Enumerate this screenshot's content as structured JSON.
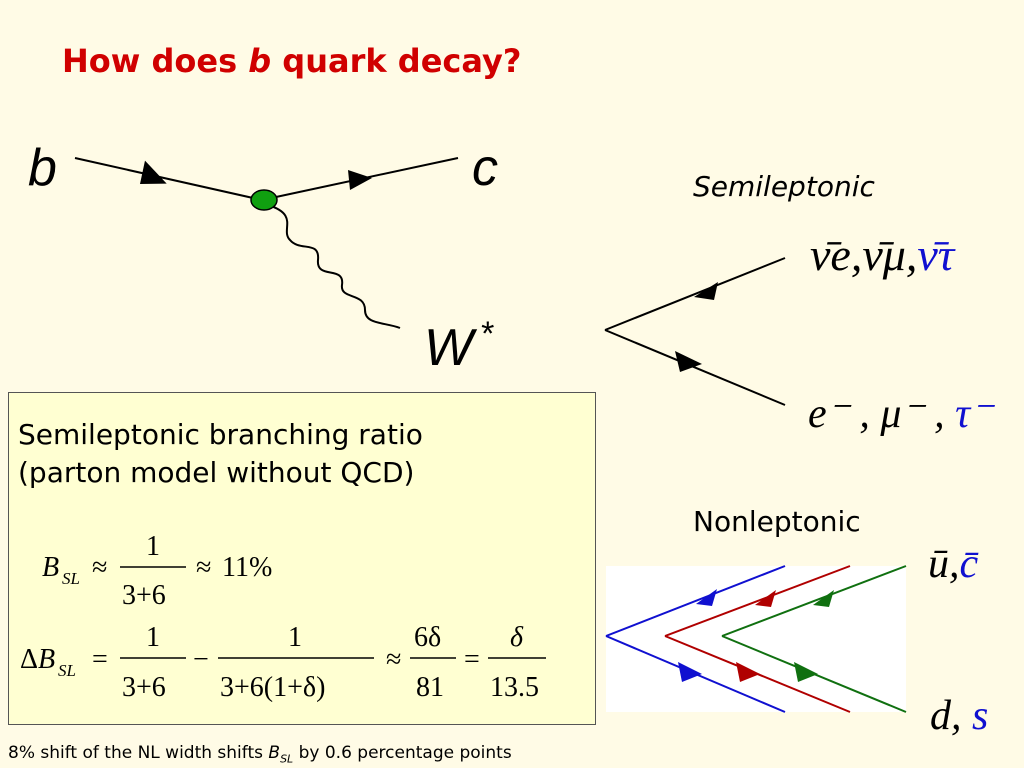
{
  "title": {
    "prefix": "How does ",
    "italic": "b",
    "suffix": " quark decay?"
  },
  "diagram": {
    "quark_in": "b",
    "quark_out": "c",
    "boson": "W",
    "boson_sup": "*"
  },
  "semileptonic": {
    "label": "Semileptonic",
    "neutrinos": [
      "ν̄e",
      "ν̄μ",
      "ν̄τ"
    ],
    "leptons": [
      "e⁻",
      "μ⁻",
      "τ⁻"
    ]
  },
  "nonleptonic": {
    "label": "Nonleptonic",
    "top_quarks": [
      "ū",
      "c̄"
    ],
    "bottom_quarks": [
      "d",
      "s"
    ]
  },
  "box": {
    "line1": "Semileptonic branching ratio",
    "line2": "(parton model without QCD)",
    "eq1_result": "11%",
    "eq2_numer1": "1",
    "eq2_denom1": "3+6",
    "eq2_numer2": "1",
    "eq2_denom2": "3+6(1+δ)",
    "eq2_frac3_numer": "6δ",
    "eq2_frac3_denom": "81",
    "eq2_frac4_numer": "δ",
    "eq2_frac4_denom": "13.5"
  },
  "footnote": {
    "text_before": "8% shift of the NL width shifts ",
    "B": "B",
    "sub": "SL",
    "text_after": " by 0.6 percentage points"
  },
  "colors": {
    "title": "#d00000",
    "blue": "#1010d0",
    "red": "#b00000",
    "green": "#107010",
    "vertex": "#10a010",
    "box_bg": "#ffffd2",
    "bg": "#fffbe6"
  }
}
